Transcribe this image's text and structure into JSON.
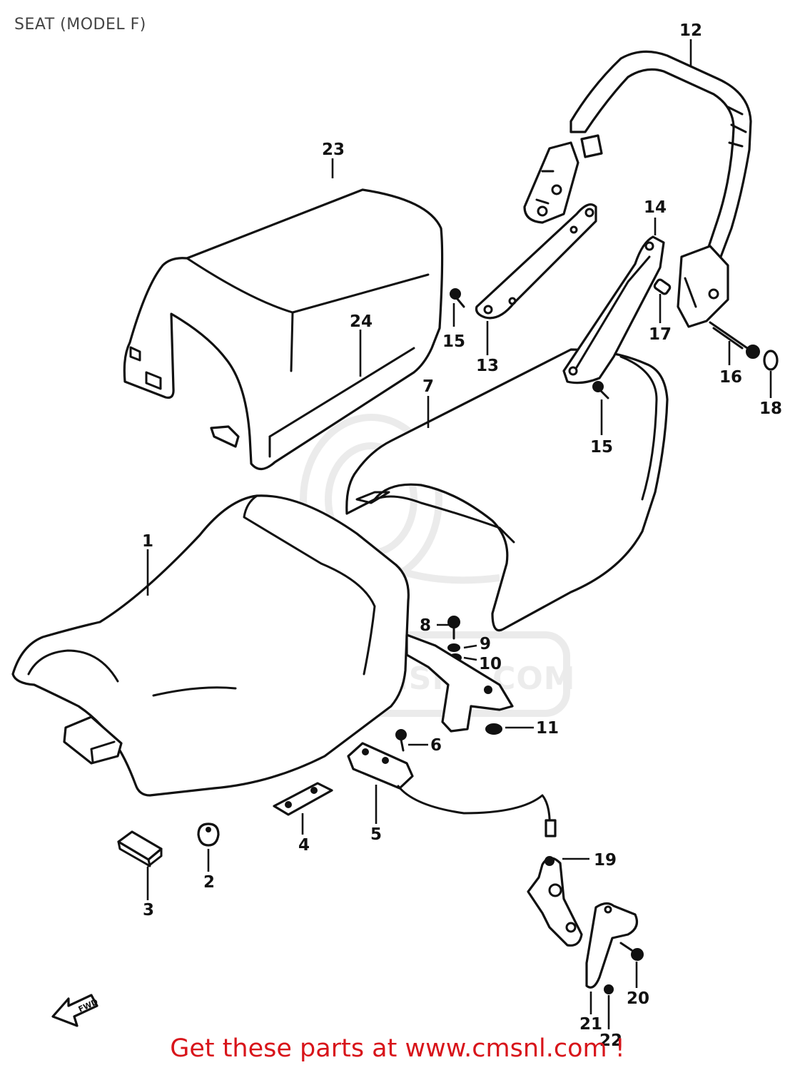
{
  "title": "SEAT (MODEL F)",
  "footer": "Get these parts at www.cmsnl.com !",
  "watermark": "WWW.CMSNL.COM",
  "fwd_arrow": "FWD",
  "callouts": {
    "p1": "1",
    "p2": "2",
    "p3": "3",
    "p4": "4",
    "p5": "5",
    "p6": "6",
    "p7": "7",
    "p8": "8",
    "p9": "9",
    "p10": "10",
    "p11": "11",
    "p12": "12",
    "p13": "13",
    "p14": "14",
    "p15a": "15",
    "p15b": "15",
    "p16": "16",
    "p17": "17",
    "p18": "18",
    "p19": "19",
    "p20": "20",
    "p21": "21",
    "p22": "22",
    "p23": "23",
    "p24": "24"
  }
}
